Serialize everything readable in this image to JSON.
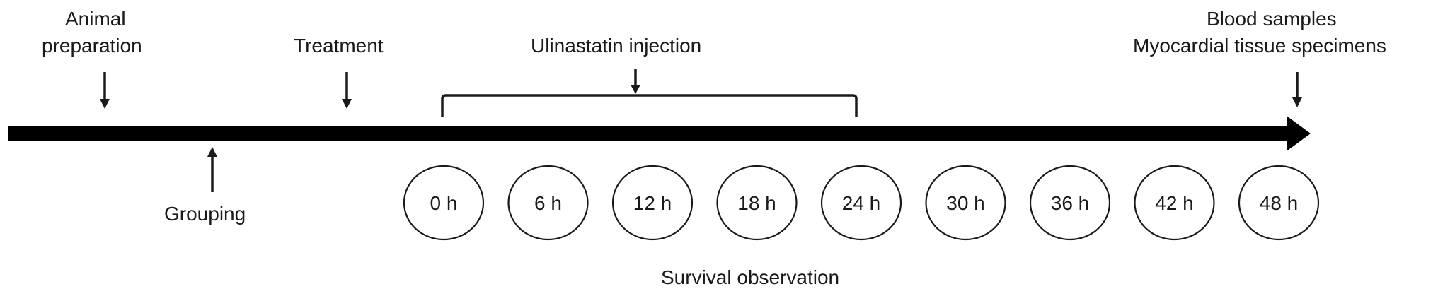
{
  "colors": {
    "ink": "#1a1a1a",
    "background": "#ffffff"
  },
  "labels": {
    "animal_preparation_line1": "Animal",
    "animal_preparation_line2": "preparation",
    "treatment": "Treatment",
    "ulinastatin_injection": "Ulinastatin injection",
    "grouping": "Grouping",
    "blood_samples": "Blood samples",
    "myocardial_tissue": "Myocardial tissue specimens",
    "survival_observation": "Survival observation"
  },
  "timepoints": [
    {
      "label": "0 h",
      "injection": true
    },
    {
      "label": "6 h",
      "injection": true
    },
    {
      "label": "12 h",
      "injection": true
    },
    {
      "label": "18 h",
      "injection": true
    },
    {
      "label": "24 h",
      "injection": true
    },
    {
      "label": "30 h",
      "injection": false
    },
    {
      "label": "36 h",
      "injection": false
    },
    {
      "label": "42 h",
      "injection": false
    },
    {
      "label": "48 h",
      "injection": false
    }
  ]
}
